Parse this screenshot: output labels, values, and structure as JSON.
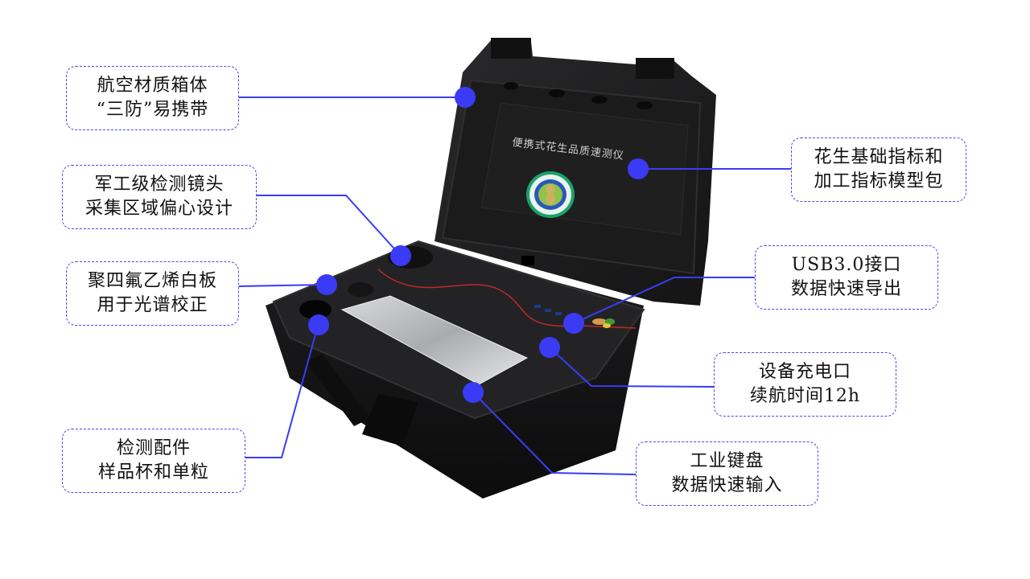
{
  "product": {
    "screen_title": "便携式花生品质速测仪",
    "logo_name": "peanut-institute-seal"
  },
  "colors": {
    "accent": "#3b3bf5",
    "callout_border": "#4a4ae6",
    "case_body": "#1c1c1e",
    "screen": "#1f1f20",
    "red_trace": "#c0282a"
  },
  "callouts": [
    {
      "id": "case",
      "lines": [
        "航空材质箱体",
        "“三防”易携带"
      ]
    },
    {
      "id": "lens",
      "lines": [
        "军工级检测镜头",
        "采集区域偏心设计"
      ]
    },
    {
      "id": "ptfe",
      "lines": [
        "聚四氟乙烯白板",
        "用于光谱校正"
      ]
    },
    {
      "id": "accessories",
      "lines": [
        "检测配件",
        "样品杯和单粒"
      ]
    },
    {
      "id": "models",
      "lines": [
        "花生基础指标和",
        "加工指标模型包"
      ]
    },
    {
      "id": "usb",
      "lines": [
        "USB3.0接口",
        "数据快速导出"
      ]
    },
    {
      "id": "charging",
      "lines": [
        "设备充电口",
        "续航时间12h"
      ]
    },
    {
      "id": "keyboard",
      "lines": [
        "工业键盘",
        "数据快速输入"
      ]
    }
  ]
}
